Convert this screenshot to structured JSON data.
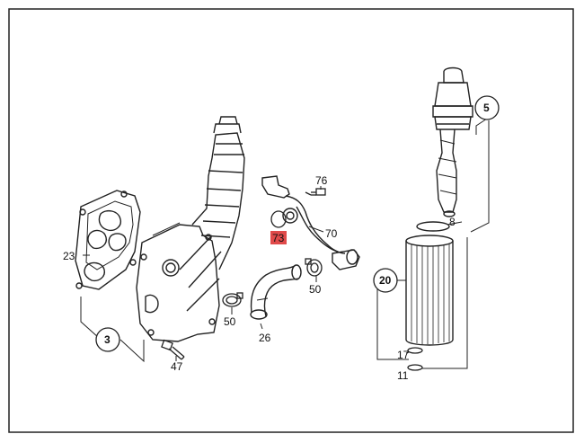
{
  "diagram": {
    "labels": {
      "p23": "23",
      "p3": "3",
      "p47": "47",
      "p50a": "50",
      "p26": "26",
      "p76": "76",
      "p73": "73",
      "p70": "70",
      "p50b": "50",
      "p5": "5",
      "p8": "8",
      "p20": "20",
      "p17": "17",
      "p11": "11"
    },
    "highlight_color": "#e04a4a"
  }
}
